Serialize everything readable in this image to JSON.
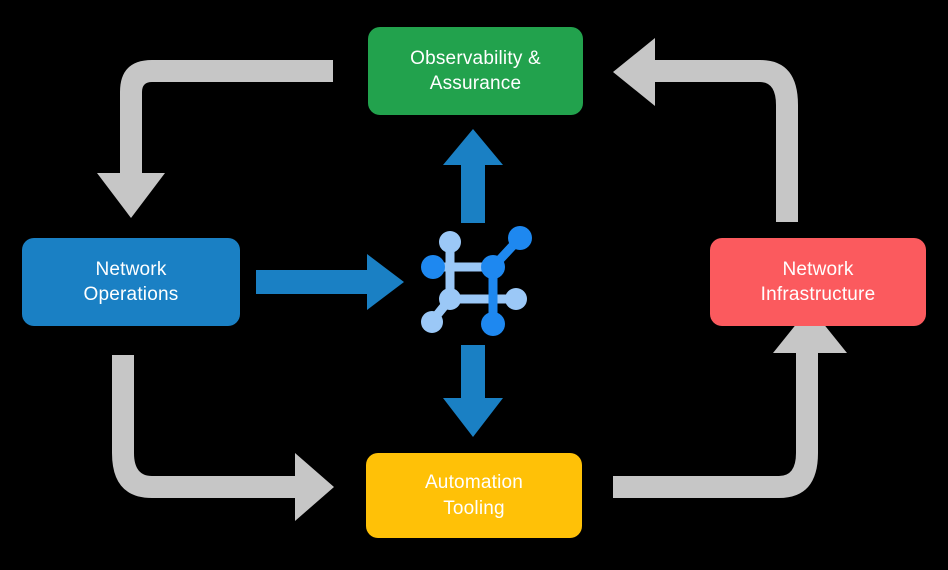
{
  "diagram": {
    "title": "Network automation lifecycle cycle diagram",
    "background_color": "#000000",
    "center": {
      "icon_name": "network-topology-icon",
      "node_color_dark": "#1E88F0",
      "node_color_light": "#9BC8F7"
    },
    "nodes": [
      {
        "id": "observability",
        "label": "Observability &\nAssurance",
        "color": "#22A24D",
        "position": "top"
      },
      {
        "id": "network-operations",
        "label": "Network\nOperations",
        "color": "#1A80C4",
        "position": "left"
      },
      {
        "id": "network-infrastructure",
        "label": "Network\nInfrastructure",
        "color": "#FB5A5E",
        "position": "right"
      },
      {
        "id": "automation-tooling",
        "label": "Automation\nTooling",
        "color": "#FFC107",
        "position": "bottom"
      }
    ],
    "connectors": {
      "blue_color": "#1A80C4",
      "gray_color": "#C6C6C6",
      "blue_arrows": [
        {
          "id": "operations-to-center",
          "direction": "right"
        },
        {
          "id": "center-to-observability",
          "direction": "up"
        },
        {
          "id": "center-to-automation",
          "direction": "down"
        }
      ],
      "gray_arrows": [
        {
          "id": "observability-to-operations",
          "direction": "down"
        },
        {
          "id": "infrastructure-to-observability",
          "direction": "left"
        },
        {
          "id": "operations-to-automation",
          "direction": "right"
        },
        {
          "id": "automation-to-infrastructure",
          "direction": "up"
        }
      ]
    }
  }
}
